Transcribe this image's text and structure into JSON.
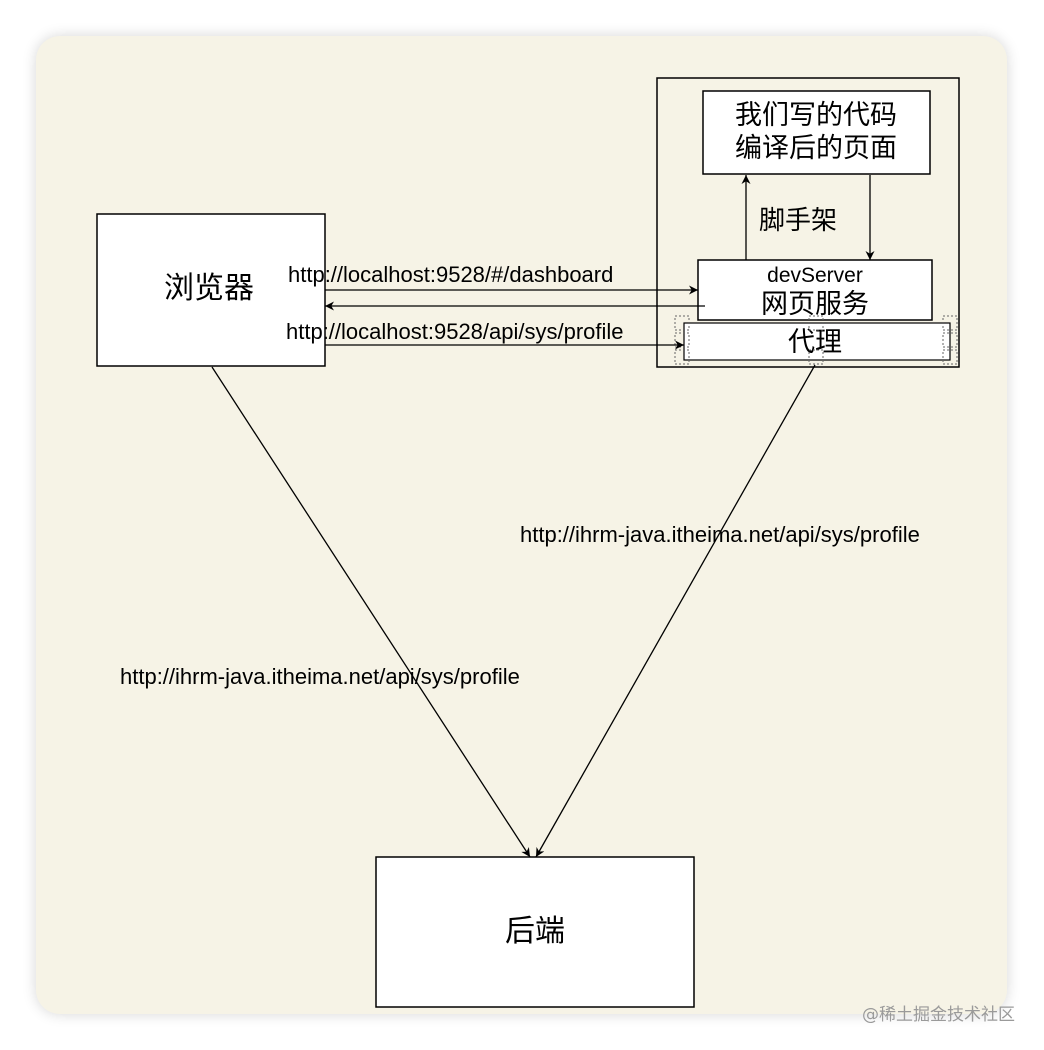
{
  "nodes": {
    "browser": "浏览器",
    "backend": "后端",
    "compiled_line1": "我们写的代码",
    "compiled_line2": "编译后的页面",
    "devserver_line1": "devServer",
    "devserver_line2": "网页服务",
    "proxy": "代理",
    "scaffold": "脚手架"
  },
  "edges": {
    "dashboard_url": "http://localhost:9528/#/dashboard",
    "api_local_url": "http://localhost:9528/api/sys/profile",
    "proxy_backend_url": "http://ihrm-java.itheima.net/api/sys/profile",
    "browser_backend_url": "http://ihrm-java.itheima.net/api/sys/profile"
  },
  "watermark": "@稀土掘金技术社区"
}
